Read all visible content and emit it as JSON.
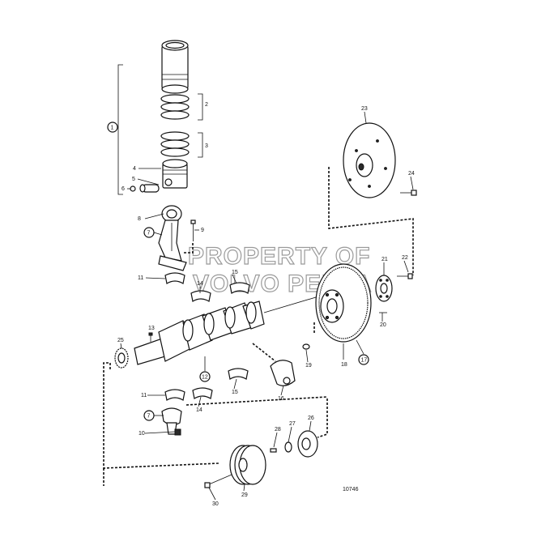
{
  "watermark": {
    "line1": "PROPERTY OF",
    "line2": "VOLVO PENTA"
  },
  "drawing_number": "10746",
  "callouts": {
    "c1": "1",
    "c2": "2",
    "c3": "3",
    "c4": "4",
    "c5": "5",
    "c6": "6",
    "c7a": "7",
    "c7b": "7",
    "c8": "8",
    "c9": "9",
    "c10": "10",
    "c11a": "11",
    "c11b": "11",
    "c12": "12",
    "c13": "13",
    "c14a": "14",
    "c14b": "14",
    "c15a": "15",
    "c15b": "15",
    "c16": "16",
    "c17": "17",
    "c18": "18",
    "c19": "19",
    "c20": "20",
    "c21": "21",
    "c22": "22",
    "c23": "23",
    "c24": "24",
    "c25": "25",
    "c26": "26",
    "c27": "27",
    "c28": "28",
    "c29": "29",
    "c30": "30"
  }
}
